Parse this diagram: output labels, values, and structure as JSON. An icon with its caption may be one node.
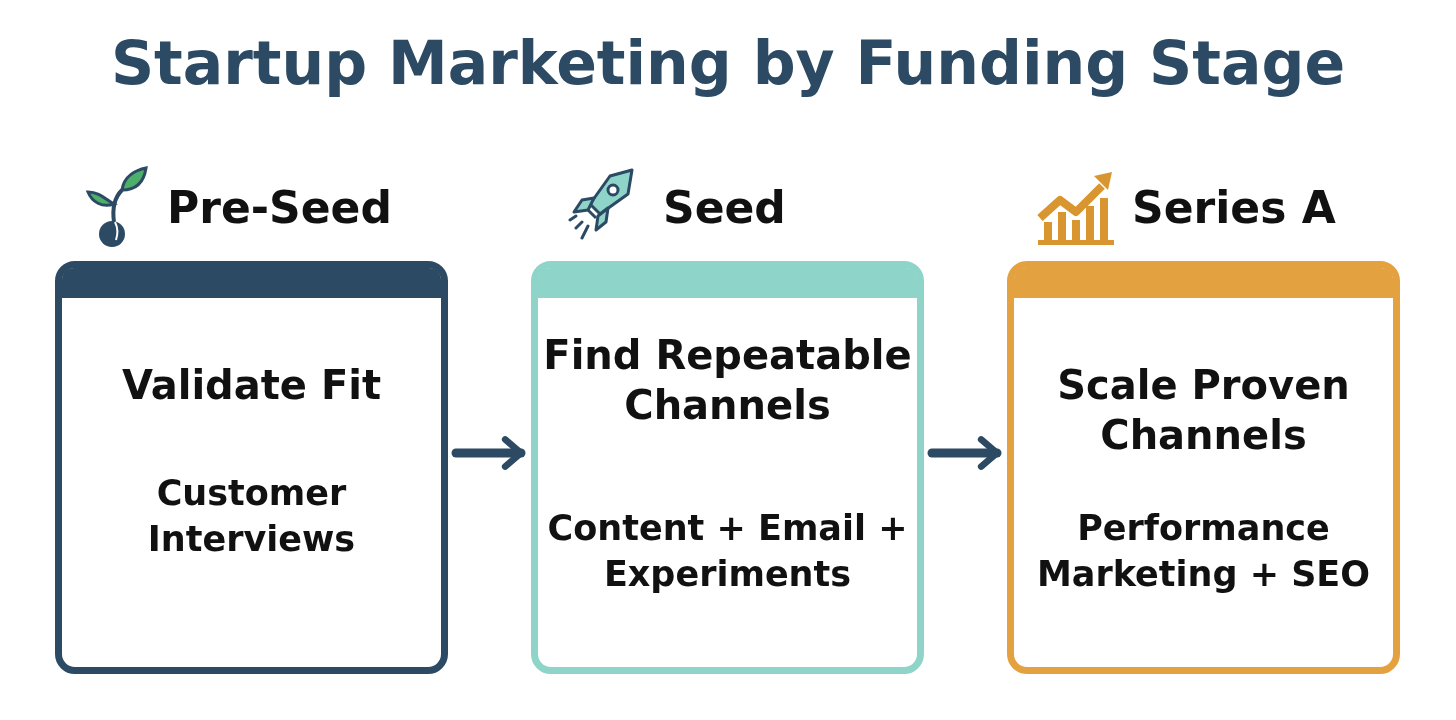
{
  "diagram": {
    "title": "Startup Marketing by Funding Stage",
    "nodes": [
      {
        "text": [
          "Pre-Seed",
          "Validate Fit",
          "Customer Interviews"
        ]
      },
      {
        "text": [
          "Seed",
          "Find Repeatable Channels",
          "Content + Email + Experiments"
        ]
      },
      {
        "text": [
          "Series A",
          "Scale Proven Channels",
          "Performance Marketing + SEO"
        ]
      }
    ],
    "edges": [
      {
        "from": 0,
        "to": 1,
        "arrow": "to"
      },
      {
        "from": 1,
        "to": 2,
        "arrow": "to"
      }
    ]
  }
}
